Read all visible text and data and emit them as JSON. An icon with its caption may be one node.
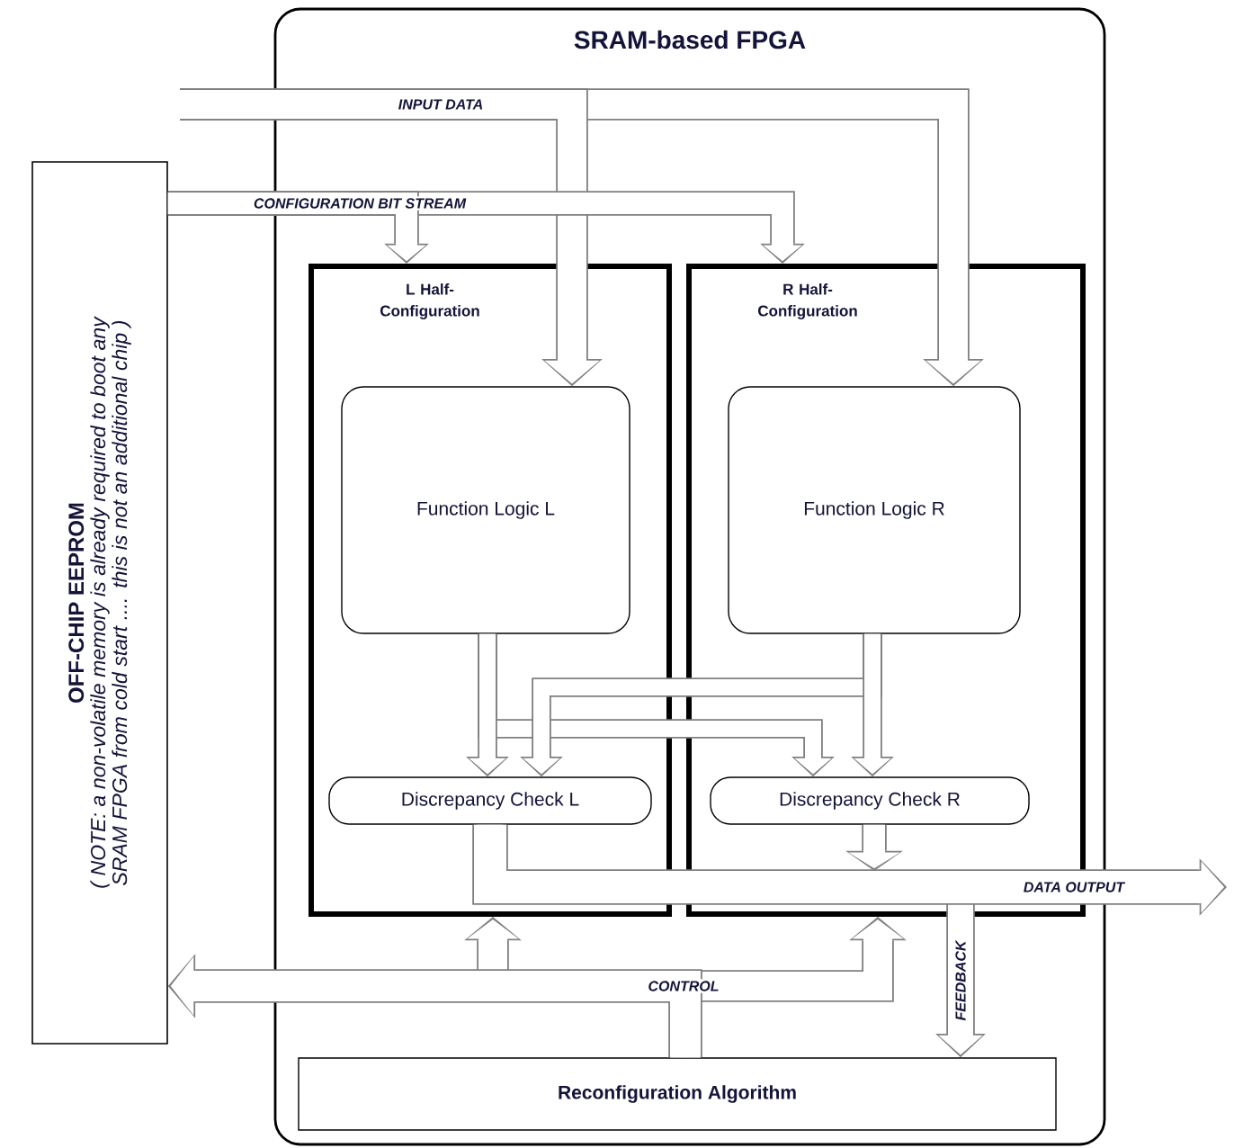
{
  "diagram": {
    "nodes": [
      {
        "text": [
          "SRAM-based FPGA"
        ]
      },
      {
        "text": [
          "L Half-Configuration"
        ],
        "in": 0
      },
      {
        "text": [
          "R Half-Configuration"
        ],
        "in": 0
      },
      {
        "text": [
          "Function Logic L"
        ],
        "in": 1
      },
      {
        "text": [
          "Function Logic R"
        ],
        "in": 2
      },
      {
        "text": [
          "Discrepancy Check L"
        ],
        "in": 1
      },
      {
        "text": [
          "Discrepancy Check R"
        ],
        "in": 2
      },
      {
        "text": [
          "Reconfiguration Algorithm"
        ],
        "in": 0
      },
      {
        "text": [
          "OFF-CHIP EEPROM",
          "( NOTE: a non-volatile memory is already required to boot any SRAM FPGA from cold start .... this is not an additional chip )"
        ]
      }
    ],
    "edges": [
      {
        "from": null,
        "to": 3,
        "arrow": "to",
        "label": "INPUT DATA"
      },
      {
        "from": null,
        "to": 4,
        "arrow": "to"
      },
      {
        "from": 8,
        "to": 1,
        "arrow": "to",
        "label": "CONFIGURATION BIT STREAM"
      },
      {
        "from": 8,
        "to": 2,
        "arrow": "to"
      },
      {
        "from": 3,
        "to": 5,
        "arrow": "to"
      },
      {
        "from": 3,
        "to": 6,
        "arrow": "to"
      },
      {
        "from": 4,
        "to": 6,
        "arrow": "to"
      },
      {
        "from": 4,
        "to": 5,
        "arrow": "to"
      },
      {
        "from": 5,
        "to": null,
        "arrow": "to",
        "label": "DATA OUTPUT"
      },
      {
        "from": 6,
        "to": null,
        "arrow": "to"
      },
      {
        "from": 5,
        "to": 7,
        "arrow": "to",
        "label": "FEEDBACK"
      },
      {
        "from": 7,
        "to": 8,
        "arrow": "to",
        "label": "CONTROL"
      },
      {
        "from": 7,
        "to": 1,
        "arrow": "to"
      },
      {
        "from": 7,
        "to": 2,
        "arrow": "to"
      }
    ]
  }
}
